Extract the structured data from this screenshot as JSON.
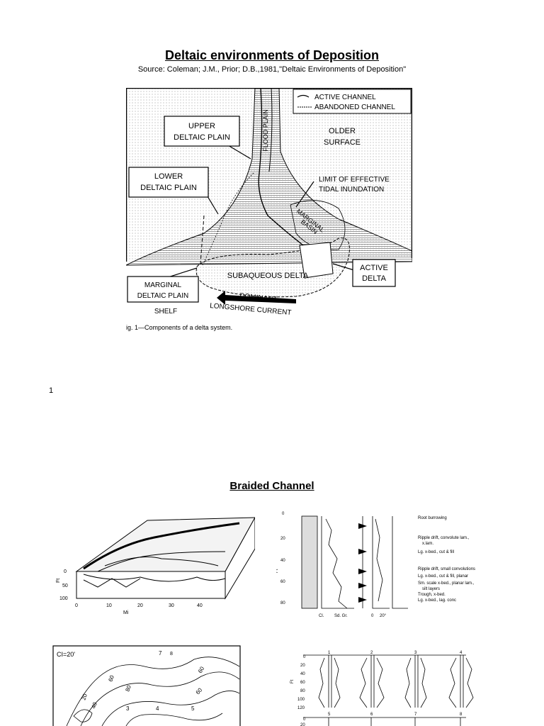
{
  "header": {
    "title": "Deltaic environments of Deposition",
    "source": "Source: Coleman; J.M., Prior; D.B.,1981,\"Deltaic Environments of Deposition\""
  },
  "figure1": {
    "legend_active": "ACTIVE CHANNEL",
    "legend_abandoned": "ABANDONED CHANNEL",
    "older_surface": [
      "OLDER",
      "SURFACE"
    ],
    "flood_plain": "FLOOD PLAIN",
    "upper_deltaic_plain": [
      "UPPER",
      "DELTAIC PLAIN"
    ],
    "lower_deltaic_plain": [
      "LOWER",
      "DELTAIC PLAIN"
    ],
    "limit_tidal": [
      "LIMIT OF EFFECTIVE",
      "TIDAL INUNDATION"
    ],
    "marginal_basin": [
      "MARGINAL",
      "BASIN"
    ],
    "subaqueous_delta": "SUBAQUEOUS DELTA",
    "active_delta": [
      "ACTIVE",
      "DELTA"
    ],
    "marginal_deltaic_plain": [
      "MARGINAL",
      "DELTAIC PLAIN"
    ],
    "shelf": "SHELF",
    "dominant": "DOMINANT",
    "longshore_current": "LONGSHORE CURRENT",
    "caption": "ig. 1—Components of a delta system."
  },
  "page_number": "1",
  "section_title": "Braided Channel",
  "block_diagram": {
    "depth_unit": "Ft",
    "depth_ticks": [
      "0",
      "50",
      "100"
    ],
    "x_ticks": [
      "0",
      "10",
      "20",
      "30",
      "40"
    ],
    "x_unit": "Mi"
  },
  "vertical_log": {
    "depth_unit": "Ft",
    "depth_ticks": [
      "0",
      "20",
      "40",
      "60",
      "80"
    ],
    "bottom_labels": [
      "Cl.",
      "Sd. Gr.",
      "0",
      "20°"
    ],
    "notes": [
      "Root burrowing",
      "Ripple drift, convolute lam.,",
      "x.lam.",
      "Lg. x-bed., cut & fill",
      "Ripple drift, small convolutions",
      "Lg. x-bed., cut & fill, planar",
      "Sm. scale x-bed., planar lam.,",
      "silt layers",
      "Trough, x-bed.",
      "Lg. x-bed., lag. conc"
    ]
  },
  "contour_map": {
    "interval": "CI=20'",
    "contour_labels": [
      "60",
      "80",
      "60",
      "20",
      "40",
      "60"
    ],
    "well_numbers": [
      "7",
      "8",
      "3",
      "4",
      "5"
    ]
  },
  "log_series": {
    "well_numbers_top": [
      "1",
      "2",
      "3",
      "4"
    ],
    "well_numbers_bottom": [
      "5",
      "6",
      "7",
      "8"
    ],
    "depth_unit": "Ft",
    "depth_ticks": [
      "0",
      "20",
      "40",
      "60",
      "80",
      "100",
      "120",
      "0",
      "20"
    ]
  }
}
